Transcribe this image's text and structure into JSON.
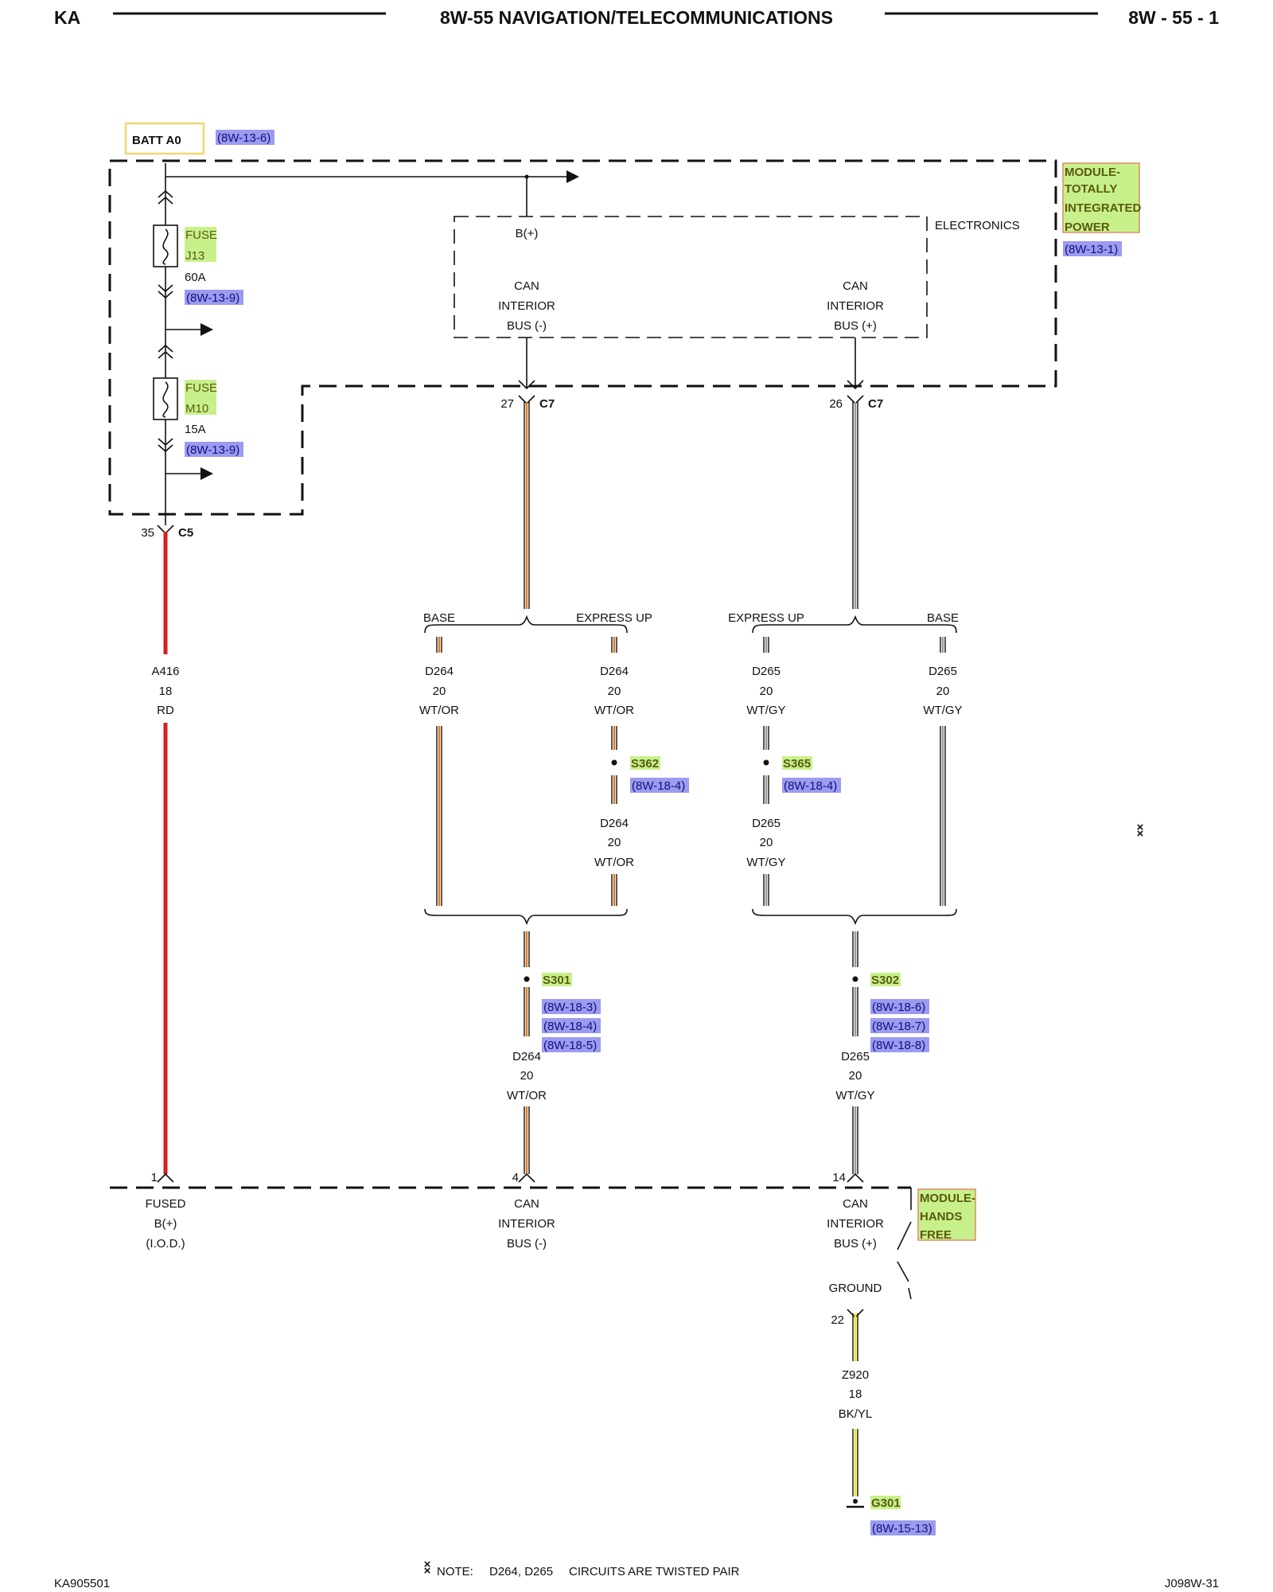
{
  "header": {
    "left": "KA",
    "title": "8W-55 NAVIGATION/TELECOMMUNICATIONS",
    "page": "8W - 55 - 1"
  },
  "footer": {
    "left": "KA905501",
    "right": "J098W-31",
    "note_label": "NOTE:",
    "note_circuits": "D264, D265",
    "note_text": "CIRCUITS ARE TWISTED PAIR"
  },
  "batt": {
    "label": "BATT A0",
    "ref": "(8W-13-6)"
  },
  "tipm": {
    "lines": [
      "MODULE-",
      "TOTALLY",
      "INTEGRATED",
      "POWER"
    ],
    "ref": "(8W-13-1)",
    "electronics": "ELECTRONICS",
    "bplus": "B(+)",
    "can_minus": [
      "CAN",
      "INTERIOR",
      "BUS (-)"
    ],
    "can_plus": [
      "CAN",
      "INTERIOR",
      "BUS (+)"
    ]
  },
  "fuses": [
    {
      "tag": "FUSE",
      "id": "J13",
      "rating": "60A",
      "ref": "(8W-13-9)"
    },
    {
      "tag": "FUSE",
      "id": "M10",
      "rating": "15A",
      "ref": "(8W-13-9)"
    }
  ],
  "connectors": {
    "c5": {
      "pin": "35",
      "name": "C5"
    },
    "c7a": {
      "pin": "27",
      "name": "C7"
    },
    "c7b": {
      "pin": "26",
      "name": "C7"
    }
  },
  "wires": {
    "a416": [
      "A416",
      "18",
      "RD"
    ],
    "d264_base": [
      "D264",
      "20",
      "WT/OR"
    ],
    "d264_exp": [
      "D264",
      "20",
      "WT/OR"
    ],
    "d264_exp_lower": [
      "D264",
      "20",
      "WT/OR"
    ],
    "d264_main": [
      "D264",
      "20",
      "WT/OR"
    ],
    "d265_exp": [
      "D265",
      "20",
      "WT/GY"
    ],
    "d265_exp_lower": [
      "D265",
      "20",
      "WT/GY"
    ],
    "d265_base": [
      "D265",
      "20",
      "WT/GY"
    ],
    "d265_main": [
      "D265",
      "20",
      "WT/GY"
    ],
    "z920": [
      "Z920",
      "18",
      "BK/YL"
    ]
  },
  "branches": {
    "base": "BASE",
    "express_up": "EXPRESS UP"
  },
  "splices": {
    "s362": {
      "id": "S362",
      "refs": [
        "(8W-18-4)"
      ]
    },
    "s365": {
      "id": "S365",
      "refs": [
        "(8W-18-4)"
      ]
    },
    "s301": {
      "id": "S301",
      "refs": [
        "(8W-18-3)",
        "(8W-18-4)",
        "(8W-18-5)"
      ]
    },
    "s302": {
      "id": "S302",
      "refs": [
        "(8W-18-6)",
        "(8W-18-7)",
        "(8W-18-8)"
      ]
    }
  },
  "hands_free": {
    "lines": [
      "MODULE-",
      "HANDS",
      "FREE"
    ],
    "pins": {
      "fused": "1",
      "can_minus": "4",
      "can_plus": "14",
      "ground": "22"
    },
    "fused": [
      "FUSED",
      "B(+)",
      "(I.O.D.)"
    ],
    "can_minus": [
      "CAN",
      "INTERIOR",
      "BUS (-)"
    ],
    "can_plus": [
      "CAN",
      "INTERIOR",
      "BUS (+)"
    ],
    "ground": "GROUND"
  },
  "ground": {
    "id": "G301",
    "ref": "(8W-15-13)"
  },
  "colors": {
    "red": "#d81e1e",
    "orange": "#e07a1e",
    "gray": "#9a9a9a",
    "yellow": "#e8e820",
    "green_tag": "#c8f08a",
    "blue_tag": "#9b9bf0",
    "batt_border": "#f0d870"
  }
}
